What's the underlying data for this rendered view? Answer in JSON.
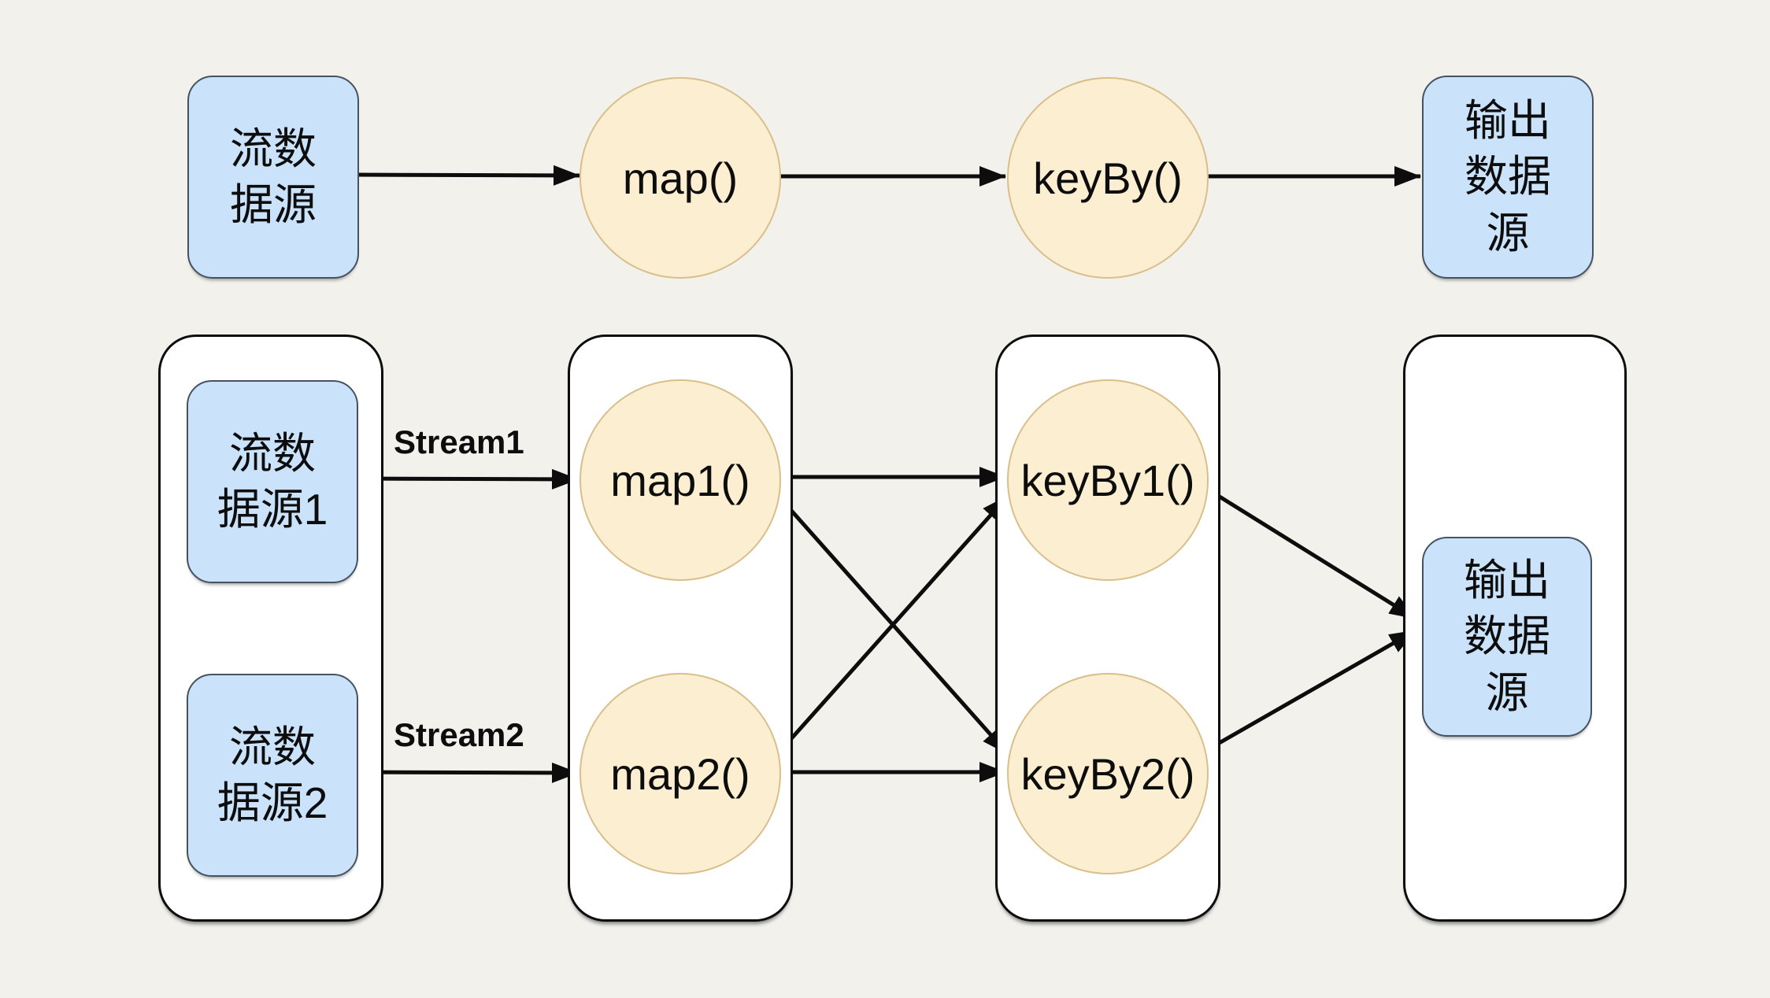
{
  "top_flow": {
    "source": "流数\n据源",
    "map": "map()",
    "keyby": "keyBy()",
    "sink": "输出\n数据\n源"
  },
  "parallel_flow": {
    "sources": [
      "流数\n据源1",
      "流数\n据源2"
    ],
    "maps": [
      "map1()",
      "map2()"
    ],
    "keybys": [
      "keyBy1()",
      "keyBy2()"
    ],
    "sink": "输出\n数据\n源",
    "edge_labels": [
      "Stream1",
      "Stream2"
    ]
  },
  "edges": [
    "流数据源→map()",
    "map()→keyBy()",
    "keyBy()→输出数据源",
    "流数据源1→map1() [Stream1]",
    "流数据源2→map2() [Stream2]",
    "map1()→keyBy1()",
    "map1()→keyBy2()",
    "map2()→keyBy1()",
    "map2()→keyBy2()",
    "keyBy1()→输出数据源",
    "keyBy2()→输出数据源"
  ],
  "colors": {
    "background": "#f2f1ec",
    "blue_node_fill": "#cae2fa",
    "blue_node_border": "#46525f",
    "yellow_node_fill": "#fceed0",
    "yellow_node_border": "#d8bf8c",
    "container_fill": "#ffffff",
    "line_color": "#0d0d0d"
  }
}
